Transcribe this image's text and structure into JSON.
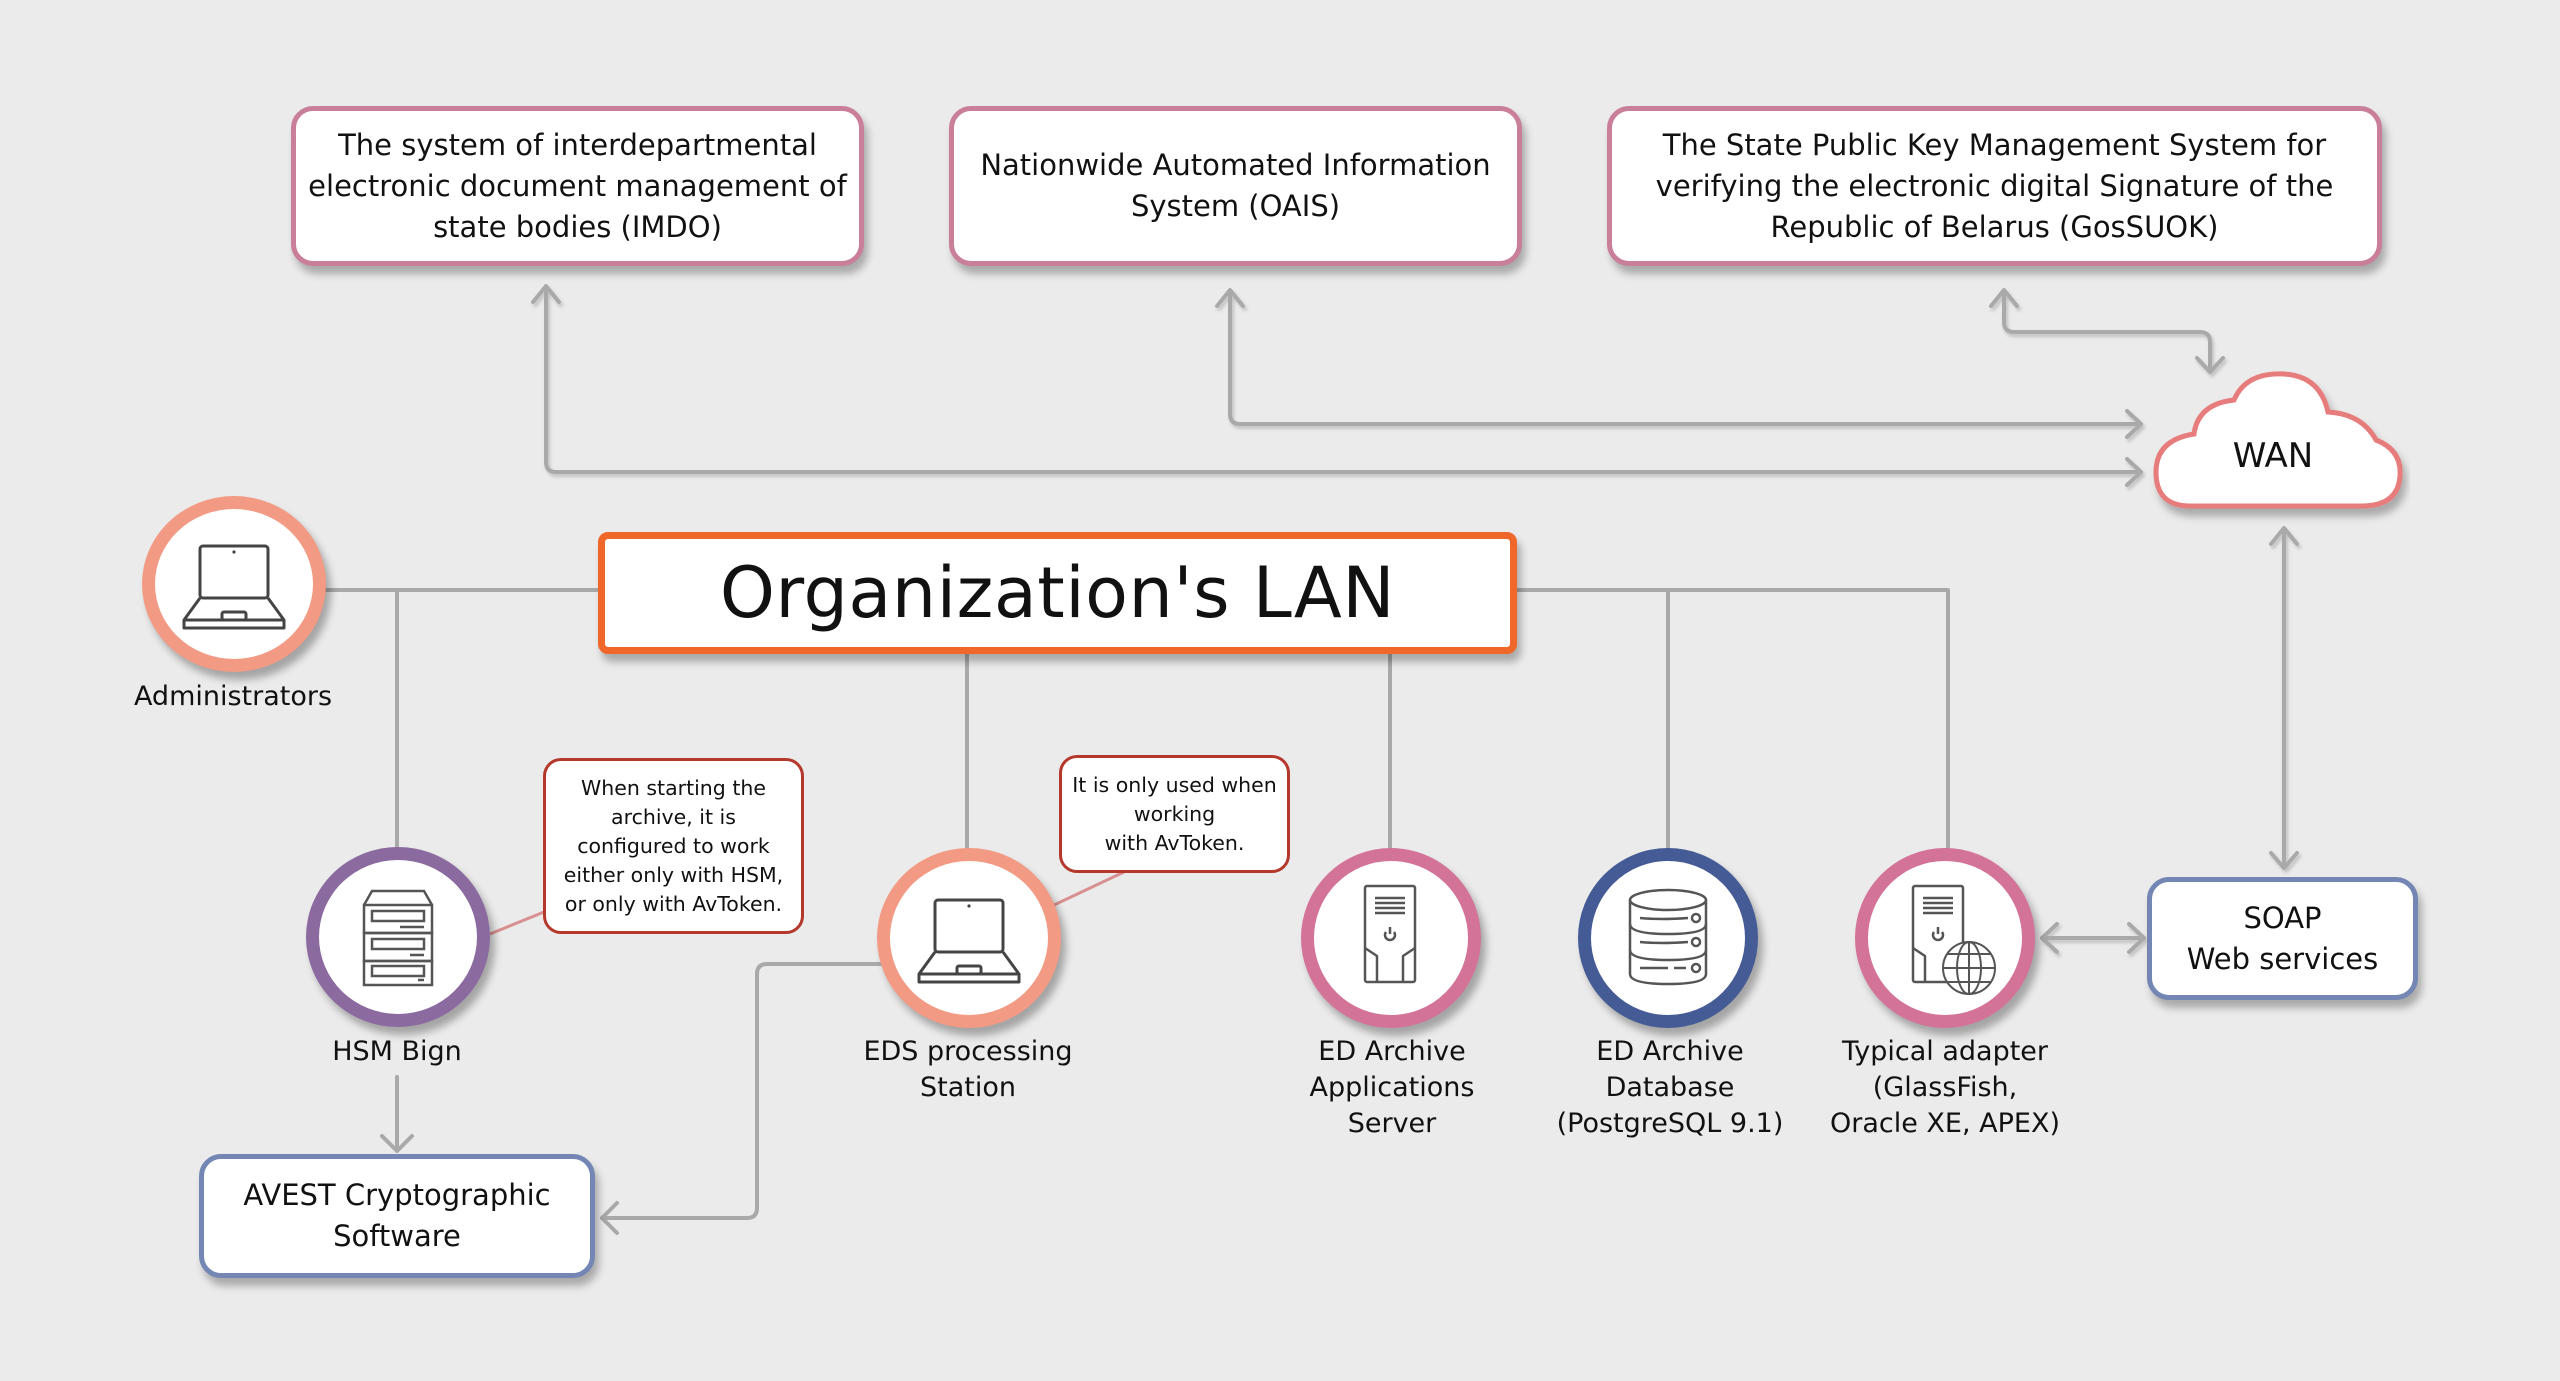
{
  "title": "Organization's LAN",
  "external_systems": [
    {
      "id": "imdo",
      "label": "The system of interdepartmental\nelectronic document management of\nstate bodies (IMDO)"
    },
    {
      "id": "oais",
      "label": "Nationwide Automated Information\nSystem (OAIS)"
    },
    {
      "id": "gossuok",
      "label": "The State Public Key Management System for\nverifying the electronic digital Signature of the\nRepublic of Belarus (GosSUOK)"
    }
  ],
  "wan": {
    "label": "WAN"
  },
  "lan": {
    "label": "Organization's LAN"
  },
  "nodes": [
    {
      "id": "administrators",
      "label": "Administrators",
      "icon": "laptop-icon",
      "color": "#f39a84"
    },
    {
      "id": "hsm",
      "label": "HSM Bign",
      "icon": "hsm-server-rack-icon",
      "color": "#8b6aa0"
    },
    {
      "id": "eds",
      "label": "EDS processing\nStation",
      "icon": "laptop-icon",
      "color": "#f39a84"
    },
    {
      "id": "app-server",
      "label": "ED Archive\nApplications\nServer",
      "icon": "server-tower-icon",
      "color": "#d37397"
    },
    {
      "id": "database",
      "label": "ED Archive\nDatabase\n(PostgreSQL 9.1)",
      "icon": "database-icon",
      "color": "#445b95"
    },
    {
      "id": "adapter",
      "label": "Typical adapter\n(GlassFish,\nOracle XE, APEX)",
      "icon": "web-server-globe-icon",
      "color": "#d37397"
    }
  ],
  "boxes": {
    "soap": {
      "label": "SOAP\nWeb services"
    },
    "avest": {
      "label": "AVEST Cryptographic\nSoftware"
    }
  },
  "notes": [
    {
      "id": "hsm-note",
      "text": "When starting the\narchive, it is\nconfigured to work\neither only with HSM,\nor only with AvToken."
    },
    {
      "id": "eds-note",
      "text": "It is only used when\nworking\nwith AvToken."
    }
  ],
  "colors": {
    "lan_border": "#f0672a",
    "system_border": "#c97f9a",
    "note_border": "#b5382c",
    "connector": "#a9a9a9",
    "wan_border": "#e77c7c",
    "soap_border": "#7486b3"
  }
}
